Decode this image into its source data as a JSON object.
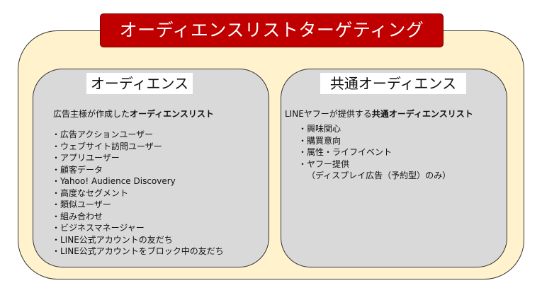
{
  "title": "オーディエンスリストターゲティング",
  "colors": {
    "title_bg": "#c00000",
    "outer_bg": "#fff2cc",
    "card_bg": "#d9d9d9"
  },
  "audience": {
    "label": "オーディエンス",
    "desc_prefix": "広告主様が作成した",
    "desc_strong": "オーディエンスリスト",
    "items": [
      "・広告アクションユーザー",
      "・ウェブサイト訪問ユーザー",
      "・アプリユーザー",
      "・顧客データ",
      "・Yahoo! Audience Discovery",
      "・高度なセグメント",
      "・類似ユーザー",
      "・組み合わせ",
      "・ビジネスマネージャー",
      "・LINE公式アカウントの友だち",
      "・LINE公式アカウントをブロック中の友だち"
    ]
  },
  "common_audience": {
    "label": "共通オーディエンス",
    "desc_prefix": "LINEヤフーが提供する",
    "desc_strong": "共通オーディエンスリスト",
    "items": [
      "・興味関心",
      "・購買意向",
      "・属性・ライフイベント",
      "・ヤフー提供"
    ],
    "note": "（ディスプレイ広告（予約型）のみ）"
  }
}
